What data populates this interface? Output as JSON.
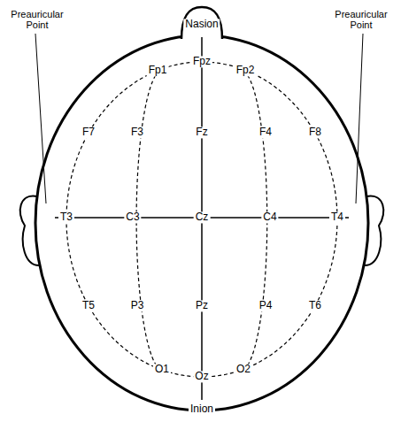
{
  "diagram": {
    "labels": [
      "Nasion",
      "Preauricular Point",
      "Preauricular Point",
      "Fpz",
      "Fp1",
      "Fp2",
      "F7",
      "F3",
      "Fz",
      "F4",
      "F8",
      "T3",
      "C3",
      "Cz",
      "C4",
      "T4",
      "T5",
      "P3",
      "Pz",
      "P4",
      "T6",
      "O1",
      "Oz",
      "O2",
      "Inion"
    ]
  }
}
